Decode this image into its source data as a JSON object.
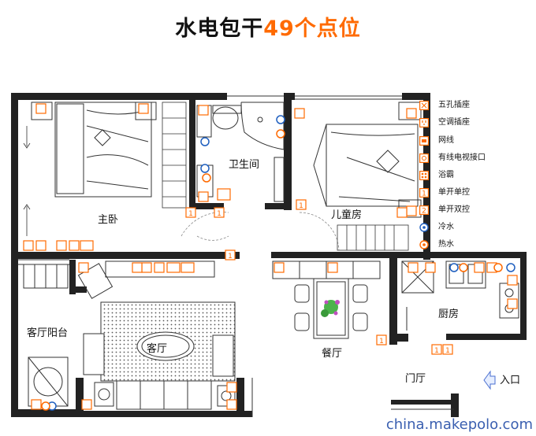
{
  "title": {
    "prefix": "水电包干",
    "highlight": "49个点位"
  },
  "rooms": {
    "master": "主卧",
    "bath": "卫生间",
    "kids": "儿童房",
    "living": "客厅",
    "balcony": "客厅阳台",
    "dining": "餐厅",
    "kitchen": "厨房",
    "foyer": "门厅",
    "entrance": "入口"
  },
  "legend": [
    {
      "icon": "five-hole-socket-icon",
      "label": "五孔插座"
    },
    {
      "icon": "ac-socket-icon",
      "label": "空调插座"
    },
    {
      "icon": "network-icon",
      "label": "网线"
    },
    {
      "icon": "tv-port-icon",
      "label": "有线电视接口"
    },
    {
      "icon": "bath-heater-icon",
      "label": "浴霸"
    },
    {
      "icon": "single-switch-icon",
      "label": "单开单控",
      "glyph": "1"
    },
    {
      "icon": "double-switch-icon",
      "label": "单开双控",
      "glyph": "2"
    },
    {
      "icon": "cold-water-icon",
      "label": "冷水"
    },
    {
      "icon": "hot-water-icon",
      "label": "热水"
    }
  ],
  "switch_marks": [
    "1",
    "1",
    "1",
    "1",
    "1",
    "1",
    "1"
  ],
  "colors": {
    "accent": "#ff6a00",
    "wall": "#222222",
    "blue": "#1f5fbf"
  },
  "watermark": "china.makepolo.com"
}
